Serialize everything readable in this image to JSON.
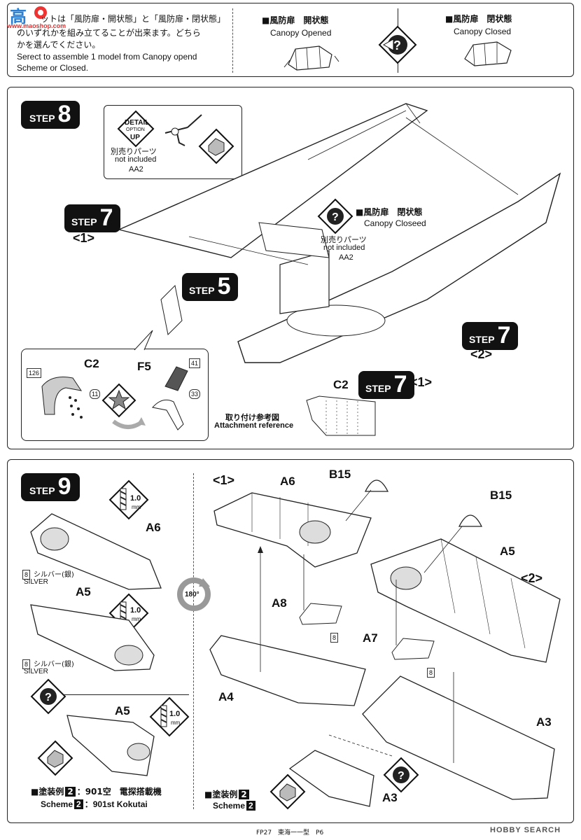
{
  "watermark": {
    "logo_text": "高",
    "url": "www.maoshop.com"
  },
  "top_panel": {
    "jp_line1": "ットは「風防扉・開状態」と「風防扉・閉状態」",
    "jp_line2": "のいずれかを組み立てることが出来ます。どちら",
    "jp_line3": "かを選んでください。",
    "en_line1": "Serect to assemble 1 model from Canopy opend",
    "en_line2": "Scheme  or Closed.",
    "opened_jp": "■風防扉　開状態",
    "opened_en": "Canopy Opened",
    "closed_jp": "■風防扉　閉状態",
    "closed_en": "Canopy Closed"
  },
  "step8": {
    "word": "STEP",
    "number": "8",
    "detail_line1": "DETAIL",
    "detail_line2": "OPTION",
    "detail_line3": "UP",
    "not_incl_jp": "別売りパーツ",
    "not_incl_en": "not included",
    "part_aa2": "AA2",
    "step7a_word": "STEP",
    "step7a_num": "7",
    "bracket1": "<1>",
    "step5_word": "STEP",
    "step5_num": "5",
    "canopy_jp": "■風防扉　閉状態",
    "canopy_en": "Canopy Closeed",
    "not_incl2_jp": "別売りパーツ",
    "not_incl2_en": "not included",
    "part_aa2b": "AA2",
    "step7b_word": "STEP",
    "step7b_num": "7",
    "bracket2": "<2>",
    "c2": "C2",
    "f5": "F5",
    "p126": "126",
    "p11": "11",
    "p41": "41",
    "p33": "33",
    "c2b": "C2",
    "step7c_word": "STEP",
    "step7c_num": "7",
    "bracket1b": "<1>",
    "attach_jp": "取り付け参考図",
    "attach_en": "Attachment reference"
  },
  "step9": {
    "word": "STEP",
    "number": "9",
    "a6_left": "A6",
    "mm1": "1.0",
    "mm_unit": "mm",
    "silver1_num": "8",
    "silver1_jp": "シルバー(銀)",
    "silver1_en": "SILVER",
    "a5_left": "A5",
    "mm2": "1.0",
    "mm_unit2": "mm",
    "silver2_num": "8",
    "silver2_jp": "シルバー(銀)",
    "silver2_en": "SILVER",
    "rot": "180°",
    "a5_lower": "A5",
    "mm3": "1.0",
    "mm_unit3": "mm",
    "scheme_jp_pre": "■塗装例",
    "scheme_num": "2",
    "scheme_jp_post": "：901空　電探搭載機",
    "scheme_en_pre": "Scheme",
    "scheme_num_b": "2",
    "scheme_en_post": "：901st Kokutai",
    "bracket1": "<1>",
    "a6_right": "A6",
    "b15a": "B15",
    "b15b": "B15",
    "a5_right": "A5",
    "bracket2": "<2>",
    "a8": "A8",
    "p8a": "8",
    "a7": "A7",
    "p8b": "8",
    "a4": "A4",
    "a3a": "A3",
    "a3b": "A3",
    "scheme2_jp": "■塗装例",
    "scheme2_num": "2",
    "scheme2_en": "Scheme",
    "scheme2_num_b": "2"
  },
  "footer": {
    "page": "FP27　東海一一型　P6",
    "brand": "HOBBY SEARCH"
  }
}
